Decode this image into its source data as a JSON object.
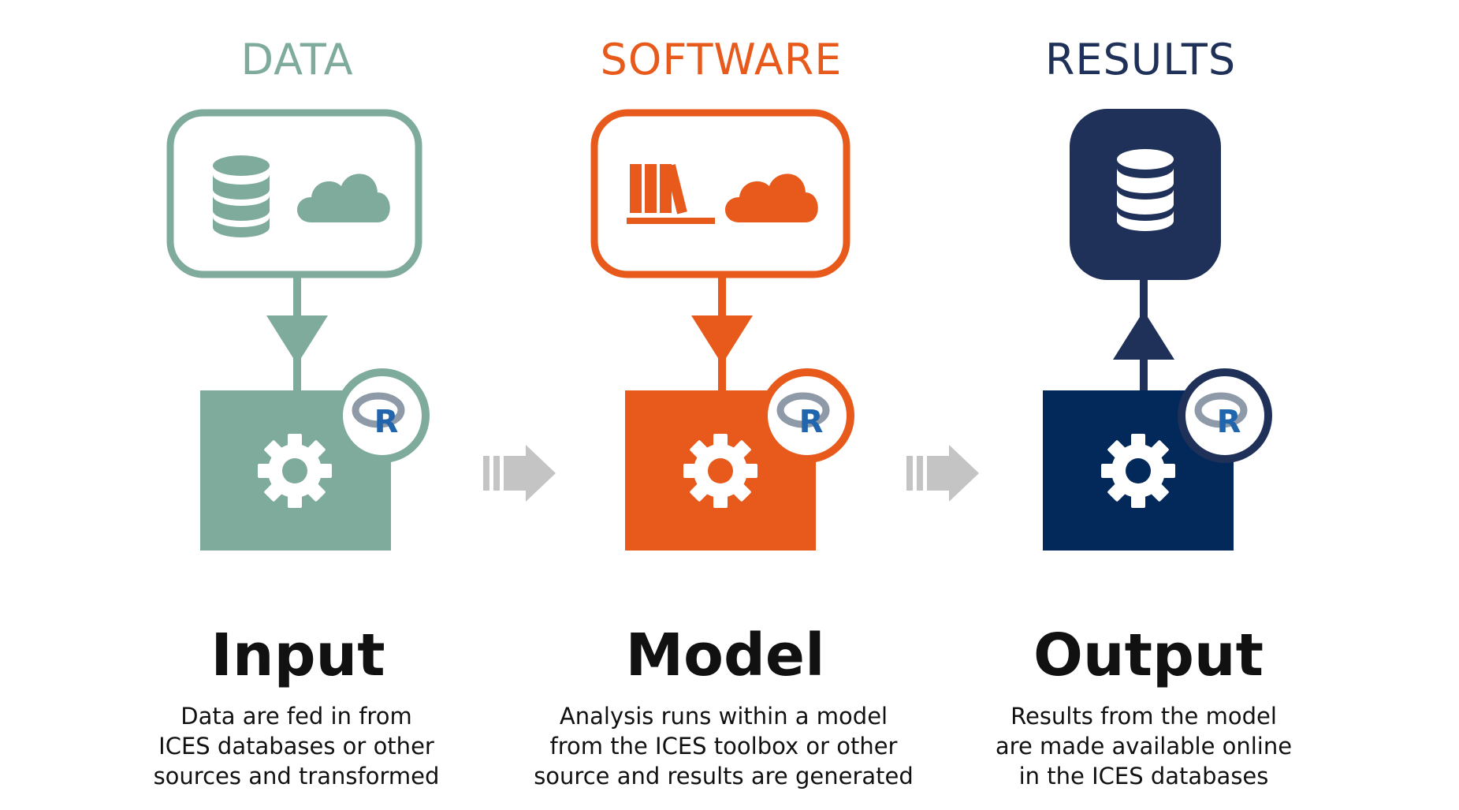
{
  "colors": {
    "data": "#7fab9c",
    "software": "#e85a1c",
    "results_light": "#1f3158",
    "results_dark": "#03285a",
    "arrow_gray": "#c4c4c4",
    "text": "#111111",
    "r_logo_gray": "#8e9aa8",
    "r_logo_blue": "#2166ac"
  },
  "columns": [
    {
      "title": "DATA",
      "stage": "Input",
      "description": [
        "Data are fed in from",
        "ICES databases or other",
        "sources and transformed"
      ],
      "icons": [
        "database-icon",
        "cloud-icon",
        "gear-icon",
        "r-logo"
      ]
    },
    {
      "title": "SOFTWARE",
      "stage": "Model",
      "description": [
        "Analysis runs within a model",
        "from the ICES toolbox or other",
        "source and results are generated"
      ],
      "icons": [
        "books-icon",
        "cloud-icon",
        "gear-icon",
        "r-logo"
      ]
    },
    {
      "title": "RESULTS",
      "stage": "Output",
      "description": [
        "Results from the model",
        "are made available online",
        "in the ICES databases"
      ],
      "icons": [
        "database-icon",
        "gear-icon",
        "r-logo"
      ]
    }
  ],
  "r_logo_letter": "R"
}
